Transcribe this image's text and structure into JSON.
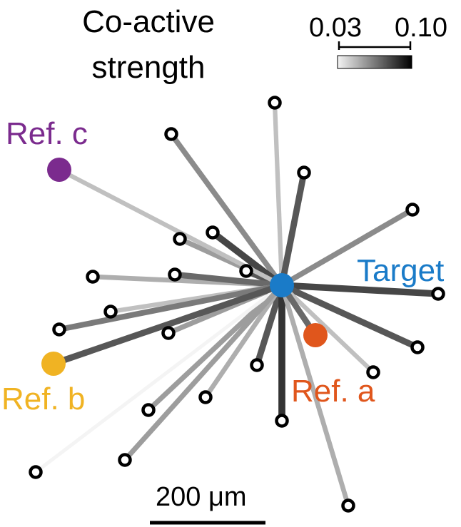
{
  "title_lines": [
    "Co-active",
    "strength"
  ],
  "colorbar": {
    "min_label": "0.03",
    "max_label": "0.10",
    "min": 0.03,
    "max": 0.1,
    "color_low": "#f4f4f4",
    "color_high": "#000000"
  },
  "target": {
    "label": "Target",
    "color": "#1a7bc8"
  },
  "references": {
    "a": {
      "label": "Ref. a",
      "color": "#e0561c",
      "strength": 0.07
    },
    "b": {
      "label": "Ref. b",
      "color": "#f0b323",
      "strength": 0.075
    },
    "c": {
      "label": "Ref. c",
      "color": "#7b2b8e",
      "strength": 0.045
    }
  },
  "connection_strengths": [
    0.045,
    0.06,
    0.075,
    0.06,
    0.08,
    0.055,
    0.075,
    0.05,
    0.07,
    0.08,
    0.045,
    0.065,
    0.055,
    0.075,
    0.045,
    0.075,
    0.085,
    0.05,
    0.055,
    0.03,
    0.055,
    0.05,
    0.06,
    0.07,
    0.075
  ],
  "scale_bar": {
    "label": "200 μm",
    "length_um": 200
  }
}
